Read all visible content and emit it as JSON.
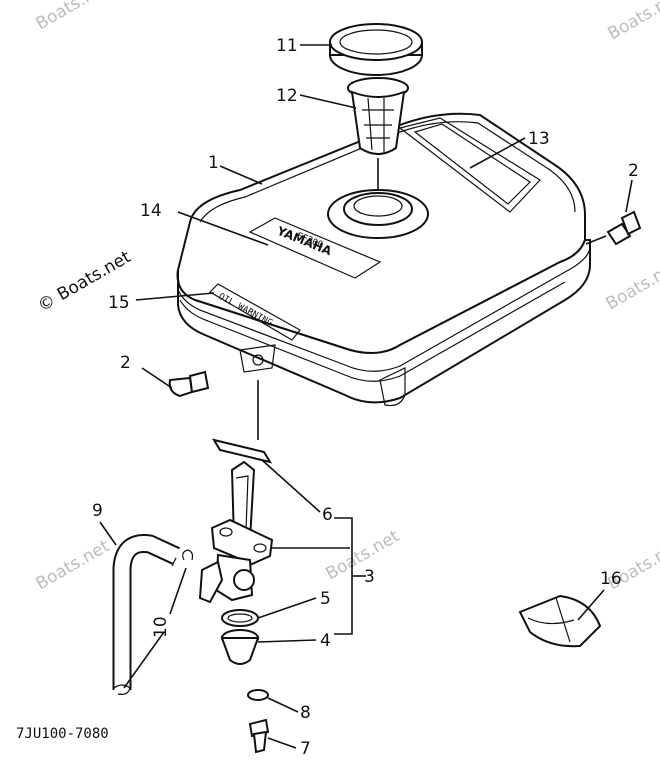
{
  "callouts": {
    "c1": "1",
    "c2a": "2",
    "c2b": "2",
    "c3": "3",
    "c4": "4",
    "c5": "5",
    "c6": "6",
    "c7": "7",
    "c8": "8",
    "c9": "9",
    "c10": "10",
    "c11": "11",
    "c12": "12",
    "c13": "13",
    "c14": "14",
    "c15": "15",
    "c16": "16"
  },
  "decals": {
    "brand": "YAMAHA",
    "model": "EF200",
    "oil_warning": "OIL WARNING"
  },
  "diagram_code": "7JU100-7080",
  "watermark": {
    "text": "© Boats.net",
    "short": "Boats.net"
  }
}
